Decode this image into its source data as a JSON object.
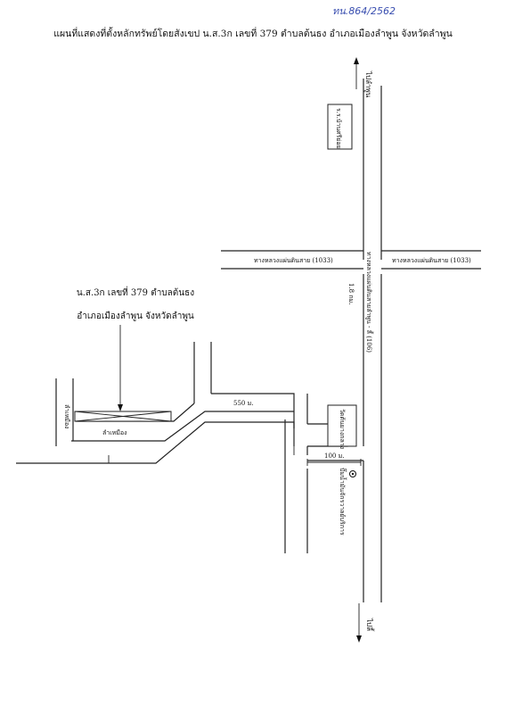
{
  "file_number": "ทน.864/2562",
  "title": "แผนที่แสดงที่ตั้งหลักทรัพย์โดยสังเขป น.ส.3ก เลขที่ 379 ตำบลต้นธง อำเภอเมืองลำพูน จังหวัดลำพูน",
  "annotation": {
    "line1": "น.ส.3ก เลขที่ 379 ตำบลต้นธง",
    "line2": "อำเภอเมืองลำพูน จังหวัดลำพูน"
  },
  "labels": {
    "to_lamphun": "ไปลำพูน",
    "to_li": "ไปลี้",
    "school": "ร.ร.บ้านศรีย่อย",
    "highway_left": "ทางหลวงแผ่นดินสาย (1033)",
    "highway_right": "ทางหลวงแผ่นดินสาย (1033)",
    "main_road": "ทางหลวงแผ่นดินสายลำพูน - ลี้ (106)",
    "distance_km": "1.8 กม.",
    "distance_550": "550 ม.",
    "distance_100": "100 ม.",
    "temple": "วัดต้นยางกลาง",
    "gas_station": "ปั๊มน้ำมันจักรวาลย์บริการ",
    "lane_vertical": "ลำเหมือง",
    "lane_horizontal": "ลำเหมือง"
  }
}
